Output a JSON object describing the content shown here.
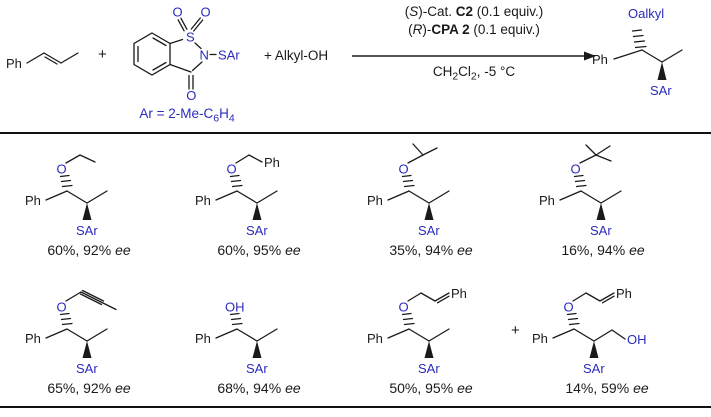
{
  "colors": {
    "heteroatom_blue": "#2b2bbd",
    "bond_black": "#1a1a1a",
    "rule_black": "#111111"
  },
  "scheme": {
    "reactant_alkene": {
      "ph_label": "Ph"
    },
    "plus_1": "+",
    "reagent": {
      "s_label": "S",
      "o_top_left": "O",
      "o_top_right": "O",
      "n_label": "N",
      "sar_label": "SAr",
      "o_bottom": "O",
      "ar_note": {
        "pre": "Ar = 2-Me-C",
        "sub_6": "6",
        "h": "H",
        "sub_4": "4"
      }
    },
    "plus_2": "+",
    "alcohol_label": "Alkyl-OH",
    "conditions": {
      "line1": {
        "open": "(",
        "stereo": "S",
        "mid": ")-Cat. ",
        "cat": "C2",
        "tail": " (0.1 equiv.)"
      },
      "line2": {
        "open": "(",
        "stereo": "R",
        "mid": ")-",
        "cat": "CPA 2",
        "tail": " (0.1 equiv.)"
      },
      "line3": {
        "ch": "CH",
        "sub_a": "2",
        "cl": "Cl",
        "sub_b": "2",
        "tail": ", -5 °C"
      }
    },
    "product": {
      "oalkyl_label": "Oalkyl",
      "ph_label": "Ph",
      "sar_label": "SAr"
    }
  },
  "products": [
    {
      "name": "ethyl ether",
      "labels": {
        "o": "O",
        "ph": "Ph",
        "sar": "SAr"
      },
      "caption": {
        "main": "60%, 92% ",
        "ee": "ee"
      }
    },
    {
      "name": "benzyl ether",
      "labels": {
        "o": "O",
        "ph": "Ph",
        "sar": "SAr",
        "ph_end": "Ph"
      },
      "caption": {
        "main": "60%, 95% ",
        "ee": "ee"
      }
    },
    {
      "name": "isopropyl ether",
      "labels": {
        "o": "O",
        "ph": "Ph",
        "sar": "SAr"
      },
      "caption": {
        "main": "35%, 94% ",
        "ee": "ee"
      }
    },
    {
      "name": "tert-butyl ether",
      "labels": {
        "o": "O",
        "ph": "Ph",
        "sar": "SAr"
      },
      "caption": {
        "main": "16%, 94% ",
        "ee": "ee"
      }
    },
    {
      "name": "butynyl ether",
      "labels": {
        "o": "O",
        "ph": "Ph",
        "sar": "SAr"
      },
      "caption": {
        "main": "65%, 92% ",
        "ee": "ee"
      }
    },
    {
      "name": "free alcohol",
      "labels": {
        "oh": "OH",
        "ph": "Ph",
        "sar": "SAr"
      },
      "caption": {
        "main": "68%, 94% ",
        "ee": "ee"
      }
    },
    {
      "name": "cinnamyl ether",
      "labels": {
        "o": "O",
        "ph": "Ph",
        "sar": "SAr",
        "ph_end": "Ph"
      },
      "caption": {
        "main": "50%, 95% ",
        "ee": "ee"
      }
    },
    {
      "name": "cinnamyl ether primary alcohol",
      "plus": "+",
      "labels": {
        "o": "O",
        "ph": "Ph",
        "sar": "SAr",
        "ph_end": "Ph",
        "oh_end": "OH"
      },
      "caption": {
        "main": "14%, 59% ",
        "ee": "ee"
      }
    }
  ]
}
